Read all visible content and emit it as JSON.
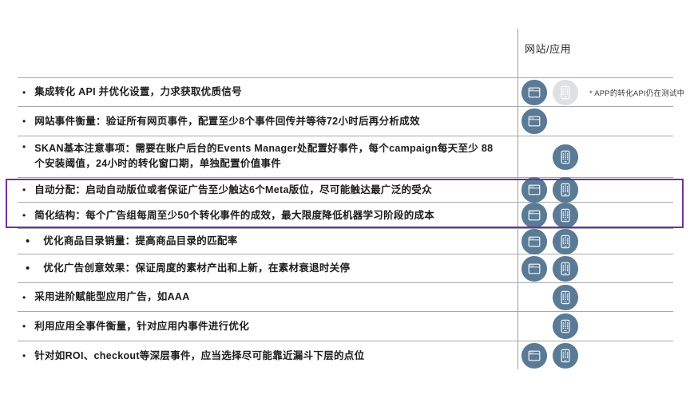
{
  "header": {
    "column_label": "网站/应用",
    "note": "* APP的转化API仍在测试中"
  },
  "colors": {
    "icon_circle": "#5a7a95",
    "icon_circle_inactive": "#dee1e4",
    "divider": "#a6a9ad",
    "highlight_border": "#7030a0",
    "text": "#1c1c1c"
  },
  "icons": {
    "web": "browser-window-icon",
    "app": "mobile-phone-icon"
  },
  "rows": [
    {
      "text": "集成转化 API 并优化设置，力求获取优质信号",
      "web": "on",
      "app": "muted",
      "show_note": true,
      "bullet": "small",
      "highlighted": false
    },
    {
      "text": "网站事件衡量：验证所有网页事件，配置至少8个事件回传并等待72小时后再分析成效",
      "web": "on",
      "app": "off",
      "show_note": false,
      "bullet": "small",
      "highlighted": false
    },
    {
      "text": "SKAN基本注意事项：需要在账户后台的Events Manager处配置好事件，每个campaign每天至少 88个安装阈值，24小时的转化窗口期，单独配置价值事件",
      "web": "off",
      "app": "on",
      "show_note": false,
      "bullet": "small",
      "highlighted": false
    },
    {
      "text": "自动分配：启动自动版位或者保证广告至少触达6个Meta版位，尽可能触达最广泛的受众",
      "web": "on",
      "app": "on",
      "show_note": false,
      "bullet": "small",
      "highlighted": true
    },
    {
      "text": "简化结构：每个广告组每周至少50个转化事件的成效，最大限度降低机器学习阶段的成本",
      "web": "on",
      "app": "on",
      "show_note": false,
      "bullet": "small",
      "highlighted": true
    },
    {
      "text": "优化商品目录销量：提高商品目录的匹配率",
      "web": "on",
      "app": "on",
      "show_note": false,
      "bullet": "large",
      "highlighted": false
    },
    {
      "text": "优化广告创意效果：保证周度的素材产出和上新，在素材衰退时关停",
      "web": "on",
      "app": "on",
      "show_note": false,
      "bullet": "large",
      "highlighted": false
    },
    {
      "text": "采用进阶赋能型应用广告，如AAA",
      "web": "off",
      "app": "on",
      "show_note": false,
      "bullet": "small",
      "highlighted": false
    },
    {
      "text": "利用应用全事件衡量，针对应用内事件进行优化",
      "web": "off",
      "app": "on",
      "show_note": false,
      "bullet": "small",
      "highlighted": false
    },
    {
      "text": "针对如ROI、checkout等深层事件，应当选择尽可能靠近漏斗下层的点位",
      "web": "on",
      "app": "on",
      "show_note": false,
      "bullet": "small",
      "highlighted": false
    }
  ]
}
